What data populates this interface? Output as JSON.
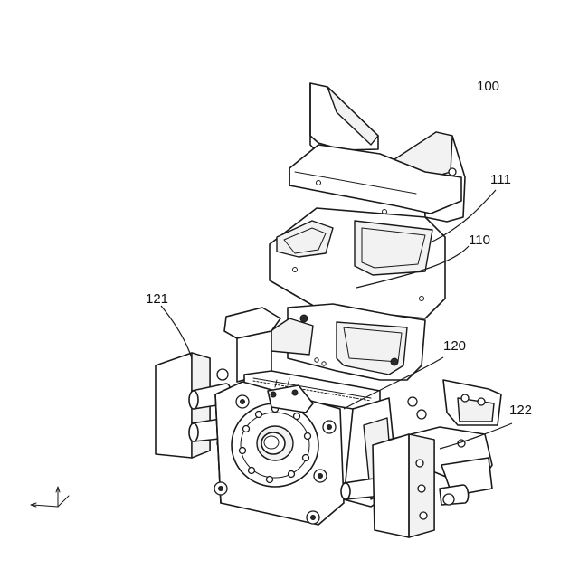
{
  "reference_numerals": {
    "assembly": "100",
    "frame": "110",
    "frame_opening": "111",
    "mount_block": "120",
    "left_clamp": "121",
    "right_clamp": "122"
  },
  "colors": {
    "line": "#1a1a1a",
    "background": "#ffffff"
  }
}
